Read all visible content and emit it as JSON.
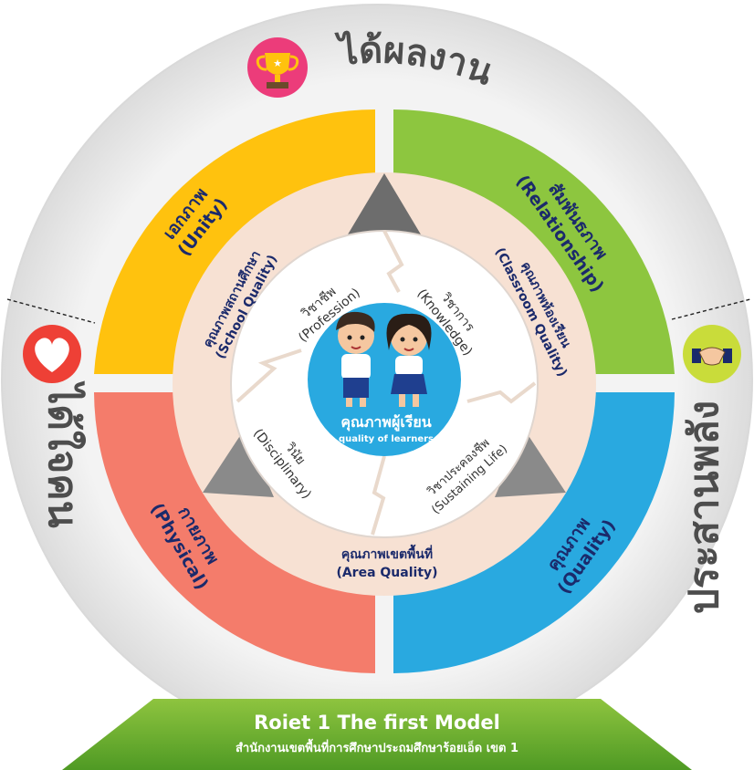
{
  "outer_labels": {
    "top": "ได้ผลงาน",
    "left": "ได้ใจคน",
    "right": "ประสานพลัง"
  },
  "quadrants": {
    "unity": {
      "thai": "เอกภาพ",
      "en": "(Unity)"
    },
    "relationship": {
      "thai": "สัมพันธภาพ",
      "en": "(Relationship)"
    },
    "physical": {
      "thai": "กายภาพ",
      "en": "(Physical)"
    },
    "quality": {
      "thai": "คุณภาพ",
      "en": "(Quality)"
    }
  },
  "levels": {
    "school": {
      "thai": "คุณภาพสถานศึกษา",
      "en": "(School Quality)"
    },
    "classroom": {
      "thai": "คุณภาพห้องเรียน",
      "en": "(Classroom Quality)"
    },
    "area": {
      "thai": "คุณภาพเขตพื้นที่",
      "en": "(Area Quality)"
    }
  },
  "subjects": {
    "profession": {
      "thai": "วิชาชีพ",
      "en": "(Profession)"
    },
    "knowledge": {
      "thai": "วิชาการ",
      "en": "(Knowledge)"
    },
    "disciplinary": {
      "thai": "วินัย",
      "en": "(Disciplinary)"
    },
    "sustaining": {
      "thai": "วิชาประคองชีพ",
      "en": "(Sustaining Life)"
    }
  },
  "center": {
    "thai": "คุณภาพผู้เรียน",
    "en": "quality of learners"
  },
  "footer": {
    "title": "Roiet 1 The first Model",
    "subtitle": "สำนักงานเขตพื้นที่การศึกษาประถมศึกษาร้อยเอ็ด เขต 1"
  },
  "icons": {
    "top": "trophy-icon",
    "left": "heart-icon",
    "right": "handshake-icon"
  },
  "colors": {
    "unity": "#FFC20E",
    "relationship": "#8DC63F",
    "physical": "#F47C6B",
    "quality": "#29A9E0",
    "navy": "#1B2A6B",
    "cream": "#F7E1D3",
    "center": "#29A9E0",
    "outer_text": "#4D4D4D"
  }
}
